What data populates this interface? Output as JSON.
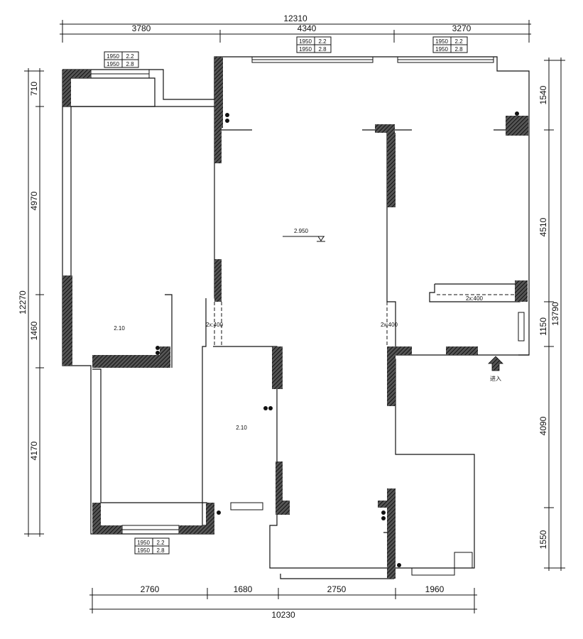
{
  "dimensions": {
    "top_total": "12310",
    "top": [
      "3780",
      "4340",
      "3270"
    ],
    "bottom_total": "10230",
    "bottom": [
      "2760",
      "1680",
      "2750",
      "1960"
    ],
    "left_total": "12270",
    "left": [
      "710",
      "4970",
      "1460",
      "4170"
    ],
    "right_total": "13790",
    "right": [
      "1540",
      "4510",
      "1150",
      "4090",
      "1550"
    ]
  },
  "window_tags": [
    {
      "r1a": "1950",
      "r1b": "2.2",
      "r2a": "1950",
      "r2b": "2.8"
    },
    {
      "r1a": "1950",
      "r1b": "2.2",
      "r2a": "1950",
      "r2b": "2.8"
    },
    {
      "r1a": "1950",
      "r1b": "2.2",
      "r2a": "1950",
      "r2b": "2.8"
    },
    {
      "r1a": "1950",
      "r1b": "2.2",
      "r2a": "1950",
      "r2b": "2.8"
    }
  ],
  "labels": {
    "elevation": "2.950",
    "beam_1": "2x:400",
    "beam_2": "2x:400",
    "beam_3": "2x:400",
    "room_height_1": "2.10",
    "room_height_2": "2.10",
    "entry": "进入"
  },
  "colors": {
    "line": "#111111",
    "hatch": "#222222"
  }
}
